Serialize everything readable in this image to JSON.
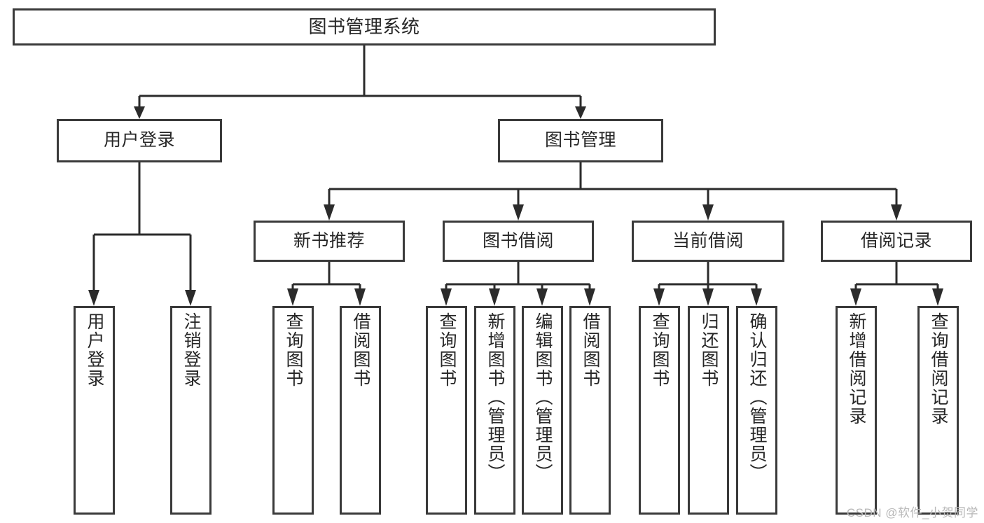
{
  "diagram": {
    "type": "tree",
    "title": "图书管理系统",
    "orientation": "top-down",
    "colors": {
      "box_border": "#3a3a3a",
      "box_fill": "#ffffff",
      "connector": "#2b2b2b",
      "text": "#262626",
      "watermark": "#b8b8b8",
      "background": "#ffffff"
    }
  },
  "root": {
    "label": "图书管理系统"
  },
  "level2": [
    {
      "label": "用户登录"
    },
    {
      "label": "图书管理"
    }
  ],
  "level3": [
    {
      "label": "新书推荐"
    },
    {
      "label": "图书借阅"
    },
    {
      "label": "当前借阅"
    },
    {
      "label": "借阅记录"
    }
  ],
  "leaves": {
    "user_login": [
      {
        "label": "用户登录"
      },
      {
        "label": "注销登录"
      }
    ],
    "new_book": [
      {
        "label": "查询图书"
      },
      {
        "label": "借阅图书"
      }
    ],
    "book_borrow": [
      {
        "label": "查询图书"
      },
      {
        "label": "新增图书（管理员）"
      },
      {
        "label": "编辑图书（管理员）"
      },
      {
        "label": "借阅图书"
      }
    ],
    "current_borrow": [
      {
        "label": "查询图书"
      },
      {
        "label": "归还图书"
      },
      {
        "label": "确认归还（管理员）"
      }
    ],
    "borrow_record": [
      {
        "label": "新增借阅记录"
      },
      {
        "label": "查询借阅记录"
      }
    ]
  },
  "watermark": {
    "text": "CSDN @软件_小贺同学"
  }
}
